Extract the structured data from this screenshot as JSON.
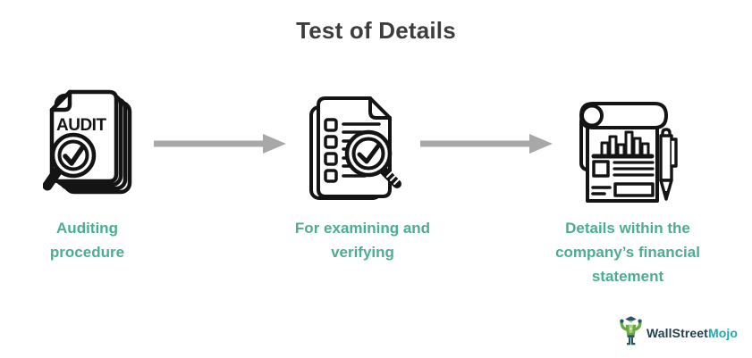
{
  "title": "Test of Details",
  "steps": [
    {
      "icon": "audit-document-magnifier-icon",
      "icon_text": "AUDIT",
      "label": "Auditing procedure"
    },
    {
      "icon": "checklist-magnifier-icon",
      "label": "For examining and verifying"
    },
    {
      "icon": "financial-statement-pen-icon",
      "label": "Details within the company’s financial statement"
    }
  ],
  "logo": {
    "brand_primary": "WallStreet",
    "brand_accent": "Mojo",
    "mascot_icon": "wallstreetmojo-mascot-icon"
  },
  "colors": {
    "title_text": "#3d3d3d",
    "step_label": "#4bad92",
    "arrow": "#a8a8a8",
    "icon_stroke": "#141414",
    "brand_dark": "#1e4150",
    "brand_teal": "#1fa9b0",
    "mascot_green": "#6aa844",
    "mascot_light": "#b5cf8e",
    "mascot_dark": "#2a5561",
    "background": "#ffffff"
  }
}
